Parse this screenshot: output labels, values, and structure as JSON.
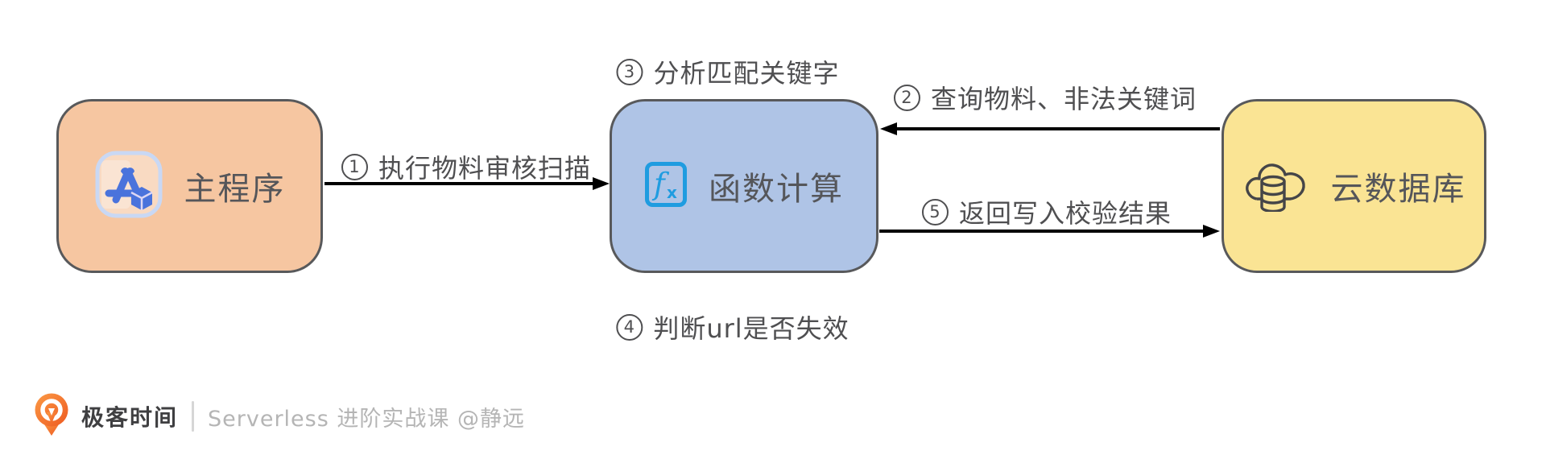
{
  "nodes": [
    {
      "id": "main-program",
      "label": "主程序"
    },
    {
      "id": "function-compute",
      "label": "函数计算"
    },
    {
      "id": "cloud-database",
      "label": "云数据库"
    }
  ],
  "steps": [
    {
      "num": "1",
      "text": "执行物料审核扫描"
    },
    {
      "num": "2",
      "text": "查询物料、非法关键词"
    },
    {
      "num": "3",
      "text": "分析匹配关键字"
    },
    {
      "num": "4",
      "text": "判断url是否失效"
    },
    {
      "num": "5",
      "text": "返回写入校验结果"
    }
  ],
  "icons": {
    "app_store": "app-store-icon",
    "fx": {
      "f": "f",
      "x": "x"
    },
    "cloud_database": "cloud-database-icon",
    "geektime_logo": "geektime-logo"
  },
  "footer": {
    "brand": "极客时间",
    "course": "Serverless 进阶实战课 @静远"
  },
  "colors": {
    "node_main_bg": "#F6C6A1",
    "node_fc_bg": "#AFC4E6",
    "node_db_bg": "#FAE494",
    "node_border": "#58595B",
    "node_text": "#55565A",
    "step_text": "#4F4F51",
    "arrow": "#000000",
    "fx_blue": "#1F9CE0",
    "app_icon_blue": "#4A73DC",
    "cloud_icon_stroke": "#454548",
    "logo_orange_light": "#FB9A45",
    "logo_orange_dark": "#EE5A21",
    "brand_text": "#3F3F41",
    "course_text": "#B5B5B5"
  }
}
